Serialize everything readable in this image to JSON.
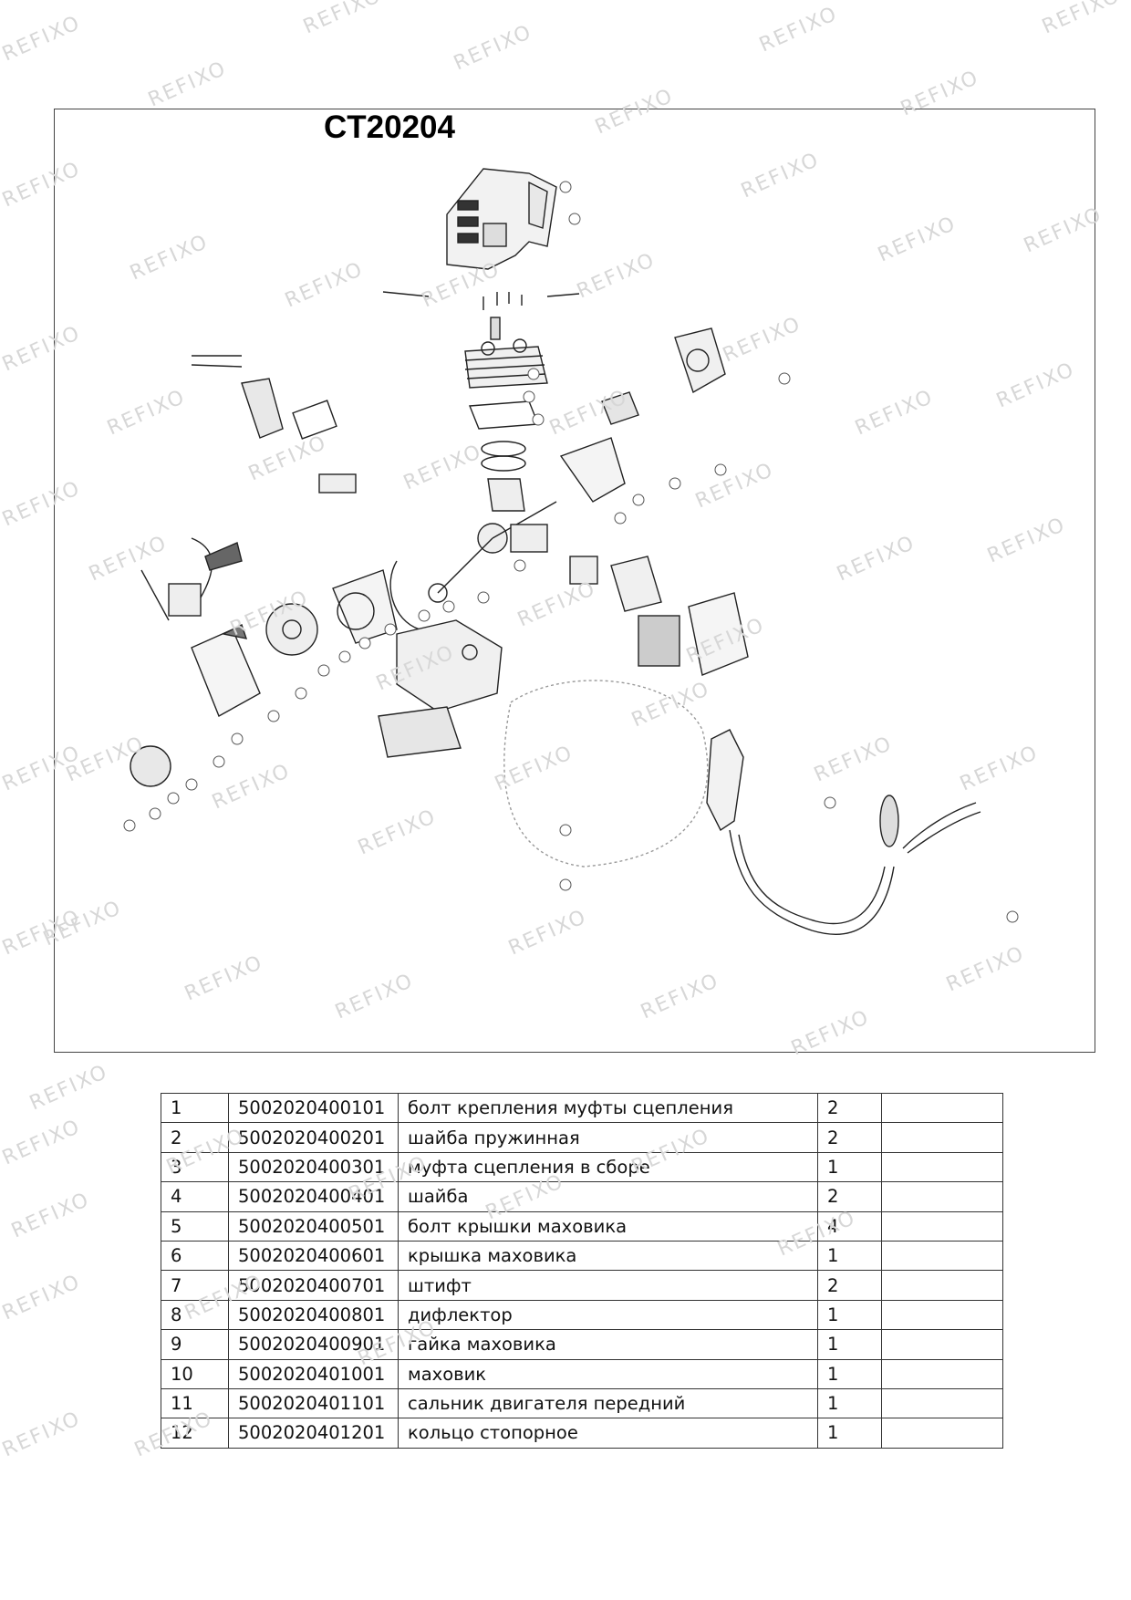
{
  "document": {
    "model_title": "CT20204",
    "watermark": "REFIXO"
  },
  "parts_table": {
    "rows": [
      {
        "num": "1",
        "code": "5002020400101",
        "name": "болт крепления муфты сцепления",
        "qty": "2",
        "note": ""
      },
      {
        "num": "2",
        "code": "5002020400201",
        "name": "шайба пружинная",
        "qty": "2",
        "note": ""
      },
      {
        "num": "3",
        "code": "5002020400301",
        "name": "муфта сцепления в сборе",
        "qty": "1",
        "note": ""
      },
      {
        "num": "4",
        "code": "5002020400401",
        "name": "шайба",
        "qty": "2",
        "note": ""
      },
      {
        "num": "5",
        "code": "5002020400501",
        "name": "болт крышки маховика",
        "qty": "4",
        "note": ""
      },
      {
        "num": "6",
        "code": "5002020400601",
        "name": "крышка маховика",
        "qty": "1",
        "note": ""
      },
      {
        "num": "7",
        "code": "5002020400701",
        "name": "штифт",
        "qty": "2",
        "note": ""
      },
      {
        "num": "8",
        "code": "5002020400801",
        "name": "дифлектор",
        "qty": "1",
        "note": ""
      },
      {
        "num": "9",
        "code": "5002020400901",
        "name": "гайка маховика",
        "qty": "1",
        "note": ""
      },
      {
        "num": "10",
        "code": "5002020401001",
        "name": "маховик",
        "qty": "1",
        "note": ""
      },
      {
        "num": "11",
        "code": "5002020401101",
        "name": "сальник двигателя передний",
        "qty": "1",
        "note": ""
      },
      {
        "num": "12",
        "code": "5002020401201",
        "name": "кольцо стопорное",
        "qty": "1",
        "note": ""
      }
    ]
  }
}
